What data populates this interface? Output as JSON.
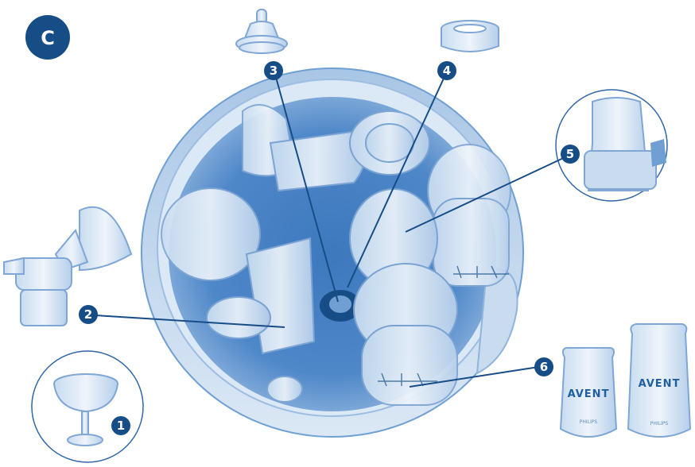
{
  "section_label": "C",
  "callouts": [
    "1",
    "2",
    "3",
    "4",
    "5",
    "6"
  ],
  "bottle_brand": "AVENT",
  "bottle_subbrand": "PHILIPS",
  "colors": {
    "navy": "#174d86",
    "steriliser_light": "#c9dcef",
    "steriliser_mid": "#6f9fd3",
    "steriliser_dark": "#2f66a8",
    "part_fill": "#dbe8f5",
    "part_outline": "#7fa6d4"
  }
}
